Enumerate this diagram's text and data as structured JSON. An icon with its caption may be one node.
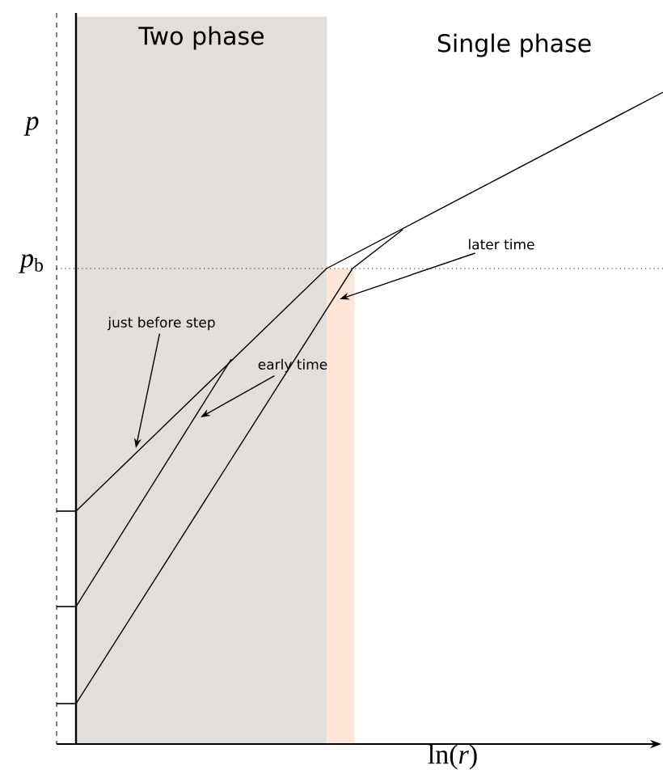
{
  "diagram": {
    "nodes": [
      {
        "text": [
          "Two phase"
        ]
      },
      {
        "text": [
          "just before step"
        ],
        "in": 0
      },
      {
        "text": [
          "early time"
        ],
        "in": 0
      },
      {
        "text": [
          "later time"
        ]
      },
      {
        "text": [],
        "shape": "bar"
      }
    ],
    "edges": [
      {
        "from": 1,
        "to": 0,
        "arrow": "to"
      },
      {
        "from": 2,
        "to": 0,
        "arrow": "to"
      },
      {
        "from": 3,
        "to": 4,
        "arrow": "to"
      }
    ],
    "labels": [
      "Single phase",
      "*p*",
      "*p*$_{b}$",
      "ln(*r*)"
    ]
  }
}
